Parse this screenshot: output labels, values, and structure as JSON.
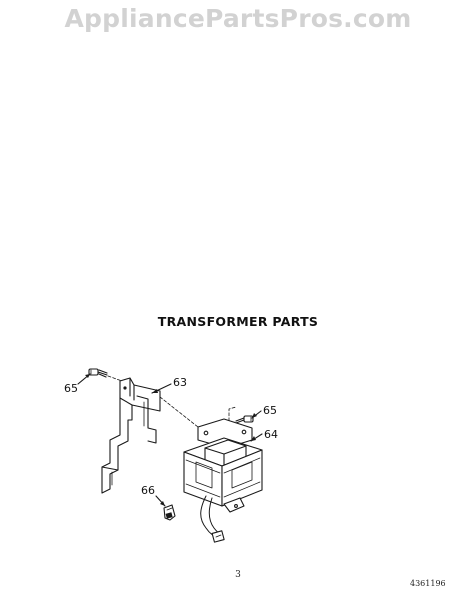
{
  "watermark": "AppliancePartsPros.com",
  "section_title": "TRANSFORMER PARTS",
  "callouts": {
    "screw_left": "65",
    "bracket": "63",
    "screw_right": "65",
    "transformer": "64",
    "clip": "66"
  },
  "footer": {
    "page_number": "3",
    "document_number": "4361196"
  }
}
